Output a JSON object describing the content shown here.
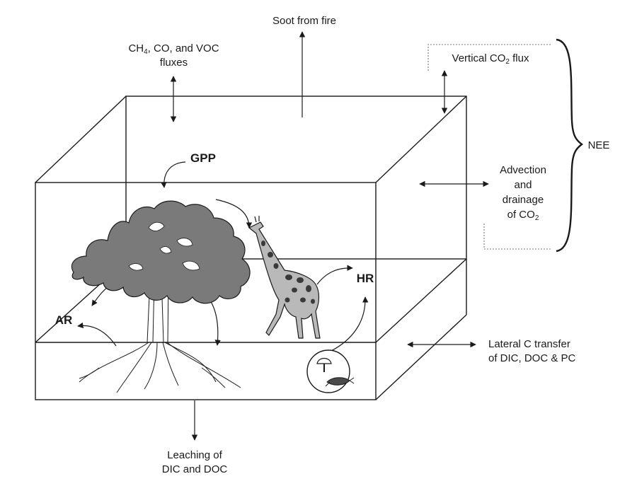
{
  "labels": {
    "soot": "Soot from fire",
    "ch4_prefix": "CH",
    "ch4_sub": "4",
    "ch4_rest": ", CO, and VOC",
    "ch4_line2": "fluxes",
    "vertical_prefix": "Vertical CO",
    "vertical_sub": "2",
    "vertical_rest": " flux",
    "nee": "NEE",
    "gpp": "GPP",
    "advection_line1": "Advection",
    "advection_line2": "and",
    "advection_line3": "drainage",
    "advection_line4_prefix": "of CO",
    "advection_line4_sub": "2",
    "hr": "HR",
    "ar": "AR",
    "lateral_line1": "Lateral C transfer",
    "lateral_line2": "of DIC, DOC & PC",
    "leaching_line1": "Leaching of",
    "leaching_line2": "DIC and DOC"
  },
  "colors": {
    "line": "#1a1a1a",
    "canopy": "#7a7a7a",
    "giraffe_body": "#b9b9b9",
    "giraffe_spots": "#3a3a3a",
    "background": "#ffffff"
  },
  "icons": [
    "tree-icon",
    "giraffe-icon",
    "mushroom-icon",
    "microbe-icon"
  ]
}
